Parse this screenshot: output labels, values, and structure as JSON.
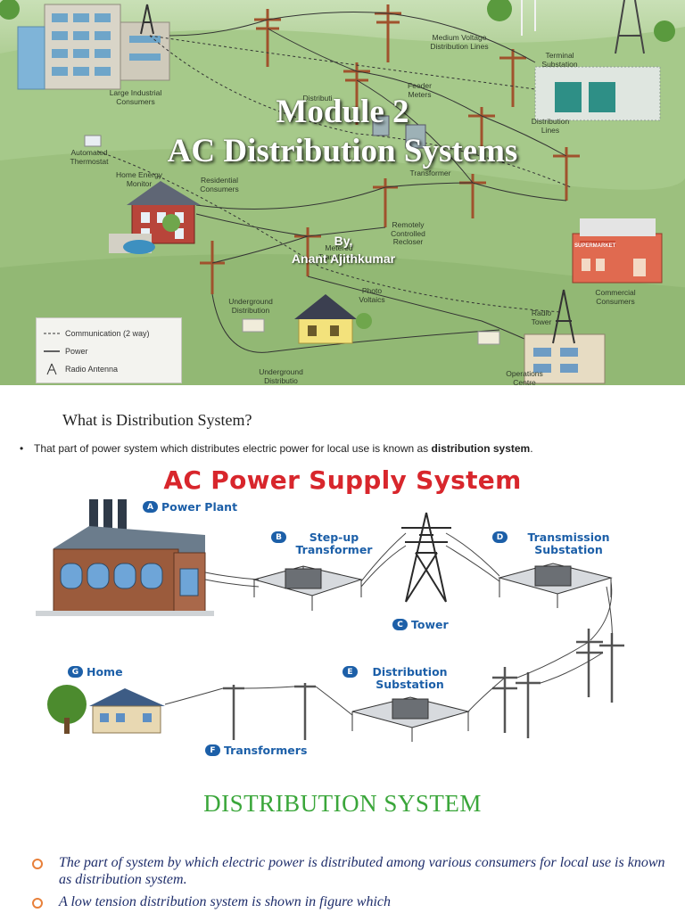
{
  "slide1": {
    "title_line1": "Module 2",
    "title_line2": "AC Distribution Systems",
    "author_by": "By,",
    "author_name": "Anant Ajithkumar",
    "labels": {
      "large_industrial": "Large Industrial Consumers",
      "medium_voltage": "Medium Voltage Distribution Lines",
      "terminal_substation": "Terminal Substation",
      "feeder_meters": "Feeder Meters",
      "distribution": "Distributi",
      "distribution_lines": "Distribution Lines",
      "transformer": "Transformer",
      "automated_thermostat": "Automated Thermostat",
      "home_energy_monitor": "Home Energy Monitor",
      "residential": "Residential Consumers",
      "remotely_controlled_recloser": "Remotely Controlled Recloser",
      "metered_transformer": "Metered Transformer",
      "underground_distribution_1": "Underground Distribution",
      "photo_voltaics": "Photo Voltaics",
      "commercial": "Commercial Consumers",
      "radio_tower": "Radio Tower",
      "underground_distribution_2": "Underground Distributio",
      "operations_centre": "Operations Centre",
      "supermarket": "SUPERMARKET"
    },
    "legend": {
      "communication": "Communication (2 way)",
      "power": "Power",
      "radio_antenna": "Radio Antenna"
    }
  },
  "slide2": {
    "heading": "What is Distribution System?",
    "bullet_prefix": "That part of power system which distributes electric power for local use is known as ",
    "bullet_bold": "distribution system",
    "bullet_suffix": ".",
    "diagram": {
      "title": "AC Power Supply System",
      "items": [
        {
          "badge": "A",
          "label": "Power Plant"
        },
        {
          "badge": "B",
          "label": "Step-up Transformer"
        },
        {
          "badge": "C",
          "label": "Tower"
        },
        {
          "badge": "D",
          "label": "Transmission Substation"
        },
        {
          "badge": "E",
          "label": "Distribution Substation"
        },
        {
          "badge": "F",
          "label": "Transformers"
        },
        {
          "badge": "G",
          "label": "Home"
        }
      ]
    },
    "colors": {
      "title_red": "#d8262c",
      "label_blue": "#1c5fa8"
    }
  },
  "slide3": {
    "title": "DISTRIBUTION SYSTEM",
    "items": [
      "The part of system by which electric power is distributed among various consumers for local use is known as distribution system.",
      "A low tension distribution system is shown in figure which"
    ],
    "colors": {
      "title_green": "#3aa63a",
      "text_navy": "#1f2e6b",
      "bullet_orange": "#e8803a"
    }
  }
}
